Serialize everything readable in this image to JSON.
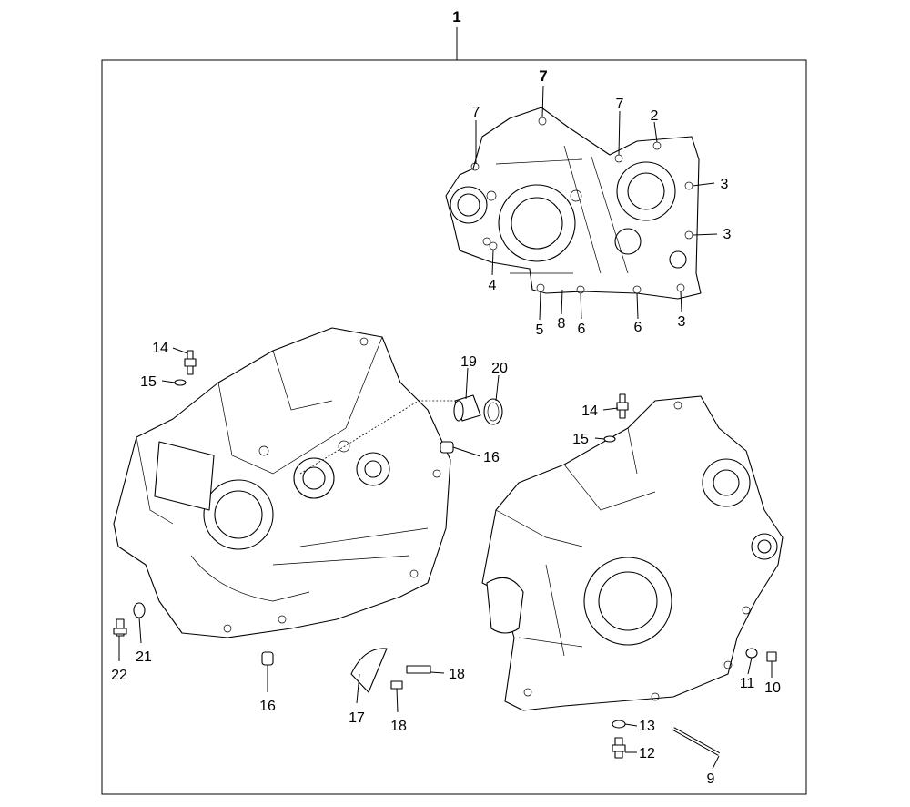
{
  "diagram": {
    "assembly_label": "1",
    "callouts": [
      {
        "id": "c7a",
        "text": "7"
      },
      {
        "id": "c7b",
        "text": "7"
      },
      {
        "id": "c7c",
        "text": "7"
      },
      {
        "id": "c2",
        "text": "2"
      },
      {
        "id": "c3a",
        "text": "3"
      },
      {
        "id": "c3b",
        "text": "3"
      },
      {
        "id": "c3c",
        "text": "3"
      },
      {
        "id": "c4",
        "text": "4"
      },
      {
        "id": "c5",
        "text": "5"
      },
      {
        "id": "c8",
        "text": "8"
      },
      {
        "id": "c6a",
        "text": "6"
      },
      {
        "id": "c6b",
        "text": "6"
      },
      {
        "id": "c14a",
        "text": "14"
      },
      {
        "id": "c15a",
        "text": "15"
      },
      {
        "id": "c19",
        "text": "19"
      },
      {
        "id": "c20",
        "text": "20"
      },
      {
        "id": "c16a",
        "text": "16"
      },
      {
        "id": "c14b",
        "text": "14"
      },
      {
        "id": "c15b",
        "text": "15"
      },
      {
        "id": "c22",
        "text": "22"
      },
      {
        "id": "c21",
        "text": "21"
      },
      {
        "id": "c16b",
        "text": "16"
      },
      {
        "id": "c17",
        "text": "17"
      },
      {
        "id": "c18a",
        "text": "18"
      },
      {
        "id": "c18b",
        "text": "18"
      },
      {
        "id": "c11",
        "text": "11"
      },
      {
        "id": "c10",
        "text": "10"
      },
      {
        "id": "c13",
        "text": "13"
      },
      {
        "id": "c12",
        "text": "12"
      },
      {
        "id": "c9",
        "text": "9"
      }
    ]
  }
}
